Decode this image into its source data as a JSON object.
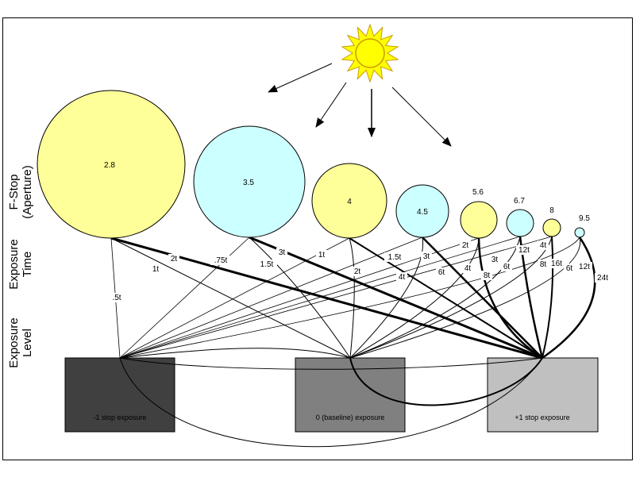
{
  "row_labels": {
    "fstop": [
      "F-Stop",
      "(Aperture)"
    ],
    "time": [
      "Exposure",
      "Time"
    ],
    "level": [
      "Exposure",
      "Level"
    ]
  },
  "fstops": [
    {
      "label": "2.8",
      "color": "#ffff99"
    },
    {
      "label": "3.5",
      "color": "#ccffff"
    },
    {
      "label": "4",
      "color": "#ffff99"
    },
    {
      "label": "4.5",
      "color": "#ccffff"
    },
    {
      "label": "5.6",
      "color": "#ffff99"
    },
    {
      "label": "6.7",
      "color": "#ccffff"
    },
    {
      "label": "8",
      "color": "#ffff99"
    },
    {
      "label": "9.5",
      "color": "#ccffff"
    }
  ],
  "levels": [
    {
      "label": "-1 stop exposure",
      "color": "#404040"
    },
    {
      "label": "0 (baseline) exposure",
      "color": "#808080"
    },
    {
      "label": "+1 stop exposure",
      "color": "#c0c0c0"
    }
  ],
  "edges": [
    {
      "from": 0,
      "to": 0,
      "label": ".5t"
    },
    {
      "from": 0,
      "to": 1,
      "label": "1t"
    },
    {
      "from": 0,
      "to": 2,
      "label": "2t"
    },
    {
      "from": 1,
      "to": 0,
      "label": ".75t"
    },
    {
      "from": 1,
      "to": 1,
      "label": "1.5t"
    },
    {
      "from": 1,
      "to": 2,
      "label": "3t"
    },
    {
      "from": 2,
      "to": 0,
      "label": "1t"
    },
    {
      "from": 2,
      "to": 1,
      "label": "2t"
    },
    {
      "from": 2,
      "to": 2,
      "label": "4t"
    },
    {
      "from": 3,
      "to": 0,
      "label": "1.5t"
    },
    {
      "from": 3,
      "to": 1,
      "label": "3t"
    },
    {
      "from": 3,
      "to": 2,
      "label": "6t"
    },
    {
      "from": 4,
      "to": 0,
      "label": "2t"
    },
    {
      "from": 4,
      "to": 1,
      "label": "4t"
    },
    {
      "from": 4,
      "to": 2,
      "label": "8t"
    },
    {
      "from": 5,
      "to": 0,
      "label": "3t"
    },
    {
      "from": 5,
      "to": 1,
      "label": "6t"
    },
    {
      "from": 5,
      "to": 2,
      "label": "12t"
    },
    {
      "from": 6,
      "to": 0,
      "label": "4t"
    },
    {
      "from": 6,
      "to": 1,
      "label": "8t"
    },
    {
      "from": 6,
      "to": 2,
      "label": "16t"
    },
    {
      "from": 7,
      "to": 0,
      "label": "6t"
    },
    {
      "from": 7,
      "to": 1,
      "label": "12t"
    },
    {
      "from": 7,
      "to": 2,
      "label": "24t"
    }
  ],
  "colors": {
    "sun_fill": "#ffff00",
    "sun_stroke": "#cc9900",
    "ink": "#000000"
  }
}
